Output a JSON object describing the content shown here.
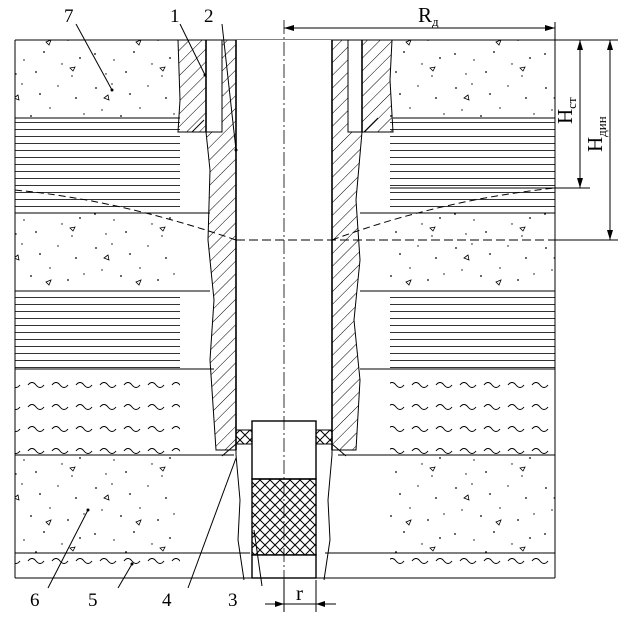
{
  "labels": {
    "n1": "1",
    "n2": "2",
    "n3": "3",
    "n4": "4",
    "n5": "5",
    "n6": "6",
    "n7": "7"
  },
  "dimensions": {
    "radius_influence": "R",
    "radius_influence_sub": "д",
    "static_level": "H",
    "static_level_sub": "ст",
    "dynamic_level": "H",
    "dynamic_level_sub": "дин",
    "well_radius": "r"
  }
}
